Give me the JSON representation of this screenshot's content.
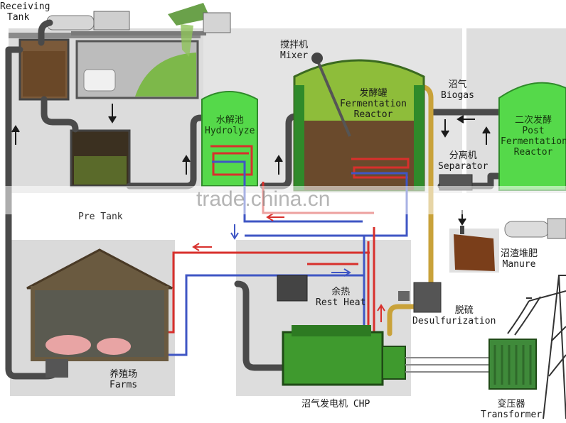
{
  "labels": {
    "receiving_tank": [
      "Receiving",
      "Tank"
    ],
    "mixer": [
      "搅拌机",
      "Mixer"
    ],
    "fermentation": [
      "发酵罐",
      "Fermentation",
      "Reactor"
    ],
    "biogas": [
      "沼气",
      "Biogas"
    ],
    "hydrolyze": [
      "水解池",
      "Hydrolyze"
    ],
    "post_fermentation": [
      "二次发酵",
      "Post",
      "Fermentation",
      "Reactor"
    ],
    "separator": [
      "分离机",
      "Separator"
    ],
    "pre_tank": "Pre Tank",
    "manure": [
      "沼渣堆肥",
      "Manure"
    ],
    "rest_heat": [
      "余热",
      "Rest Heat"
    ],
    "desulfurization": [
      "脱硫",
      "Desulfurization"
    ],
    "farms": [
      "养殖场",
      "Farms"
    ],
    "chp": "沼气发电机 CHP",
    "transformer": [
      "变压器",
      "Transformer"
    ]
  },
  "watermark": "trade.china.cn",
  "colors": {
    "panel": "#dedede",
    "pipe": "#4a4a4a",
    "green": "#55d94a",
    "green_dark": "#2f8a2a",
    "hot": "#d8302c",
    "cold": "#3f56c4",
    "brown": "#6b4a2c",
    "yellow_pipe": "#c9a23a"
  }
}
